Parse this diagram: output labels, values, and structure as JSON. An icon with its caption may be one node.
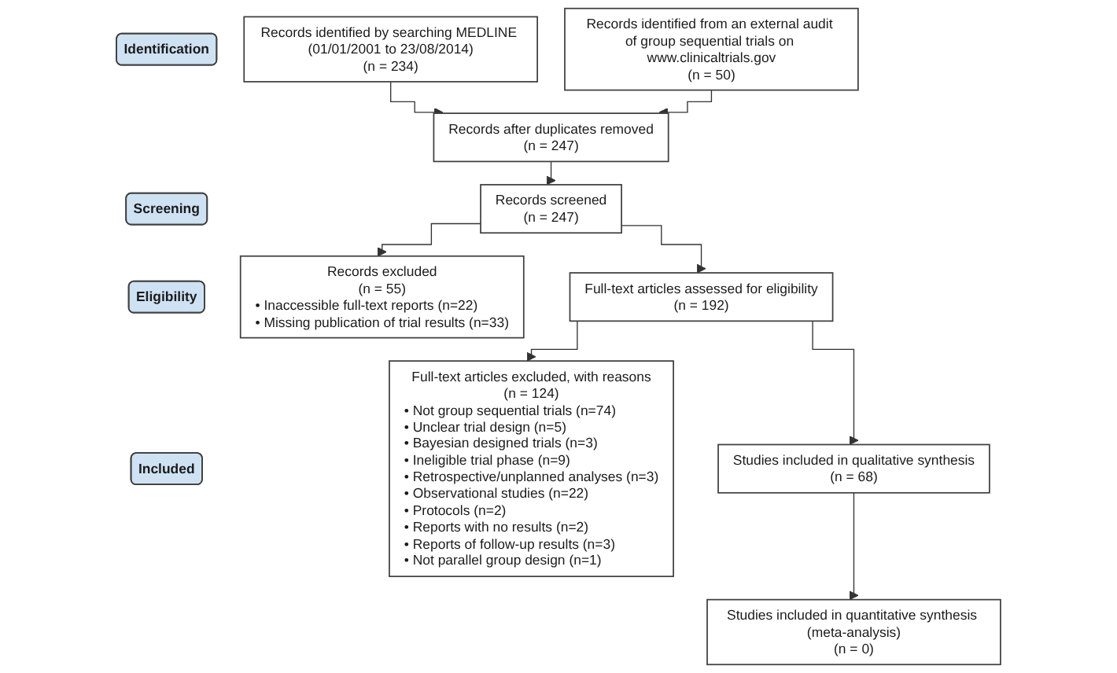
{
  "diagram": {
    "nodes": [
      {
        "text": [
          "Identification"
        ]
      },
      {
        "text": [
          "Screening"
        ]
      },
      {
        "text": [
          "Eligibility"
        ]
      },
      {
        "text": [
          "Included"
        ]
      },
      {
        "text": [
          "Records identified by searching MEDLINE (01/01/2001 to 23/08/2014)",
          "(n = 234)"
        ]
      },
      {
        "text": [
          "Records identified from an external audit of group sequential trials on www.clinicaltrials.gov",
          "(n = 50)"
        ]
      },
      {
        "text": [
          "Records after duplicates removed",
          "(n = 247)"
        ]
      },
      {
        "text": [
          "Records screened",
          "(n = 247)"
        ]
      },
      {
        "text": [
          "Records excluded",
          "(n = 55)",
          "• Inaccessible full-text reports (n=22)",
          "• Missing publication of trial results (n=33)"
        ]
      },
      {
        "text": [
          "Full-text articles assessed for eligibility",
          "(n = 192)"
        ]
      },
      {
        "text": [
          "Full-text articles excluded, with reasons",
          "(n = 124)",
          "• Not group sequential trials (n=74)",
          "• Unclear trial design (n=5)",
          "• Bayesian designed trials (n=3)",
          "• Ineligible trial phase (n=9)",
          "• Retrospective/unplanned analyses (n=3)",
          "• Observational studies (n=22)",
          "• Protocols (n=2)",
          "• Reports with no results (n=2)",
          "• Reports of follow-up results (n=3)",
          "• Not parallel group design (n=1)"
        ]
      },
      {
        "text": [
          "Studies included in qualitative synthesis",
          "(n = 68)"
        ]
      },
      {
        "text": [
          "Studies included in quantitative synthesis (meta-analysis)",
          "(n = 0)"
        ]
      }
    ],
    "edges": [
      {
        "from": 4,
        "to": 6,
        "arrow": "to"
      },
      {
        "from": 5,
        "to": 6,
        "arrow": "to"
      },
      {
        "from": 6,
        "to": 7,
        "arrow": "to"
      },
      {
        "from": 7,
        "to": 9,
        "arrow": "to"
      },
      {
        "from": 7,
        "to": 8,
        "arrow": "to"
      },
      {
        "from": 9,
        "to": 11,
        "arrow": "to"
      },
      {
        "from": 9,
        "to": 10,
        "arrow": "to"
      },
      {
        "from": 11,
        "to": 12,
        "arrow": "to"
      }
    ]
  }
}
